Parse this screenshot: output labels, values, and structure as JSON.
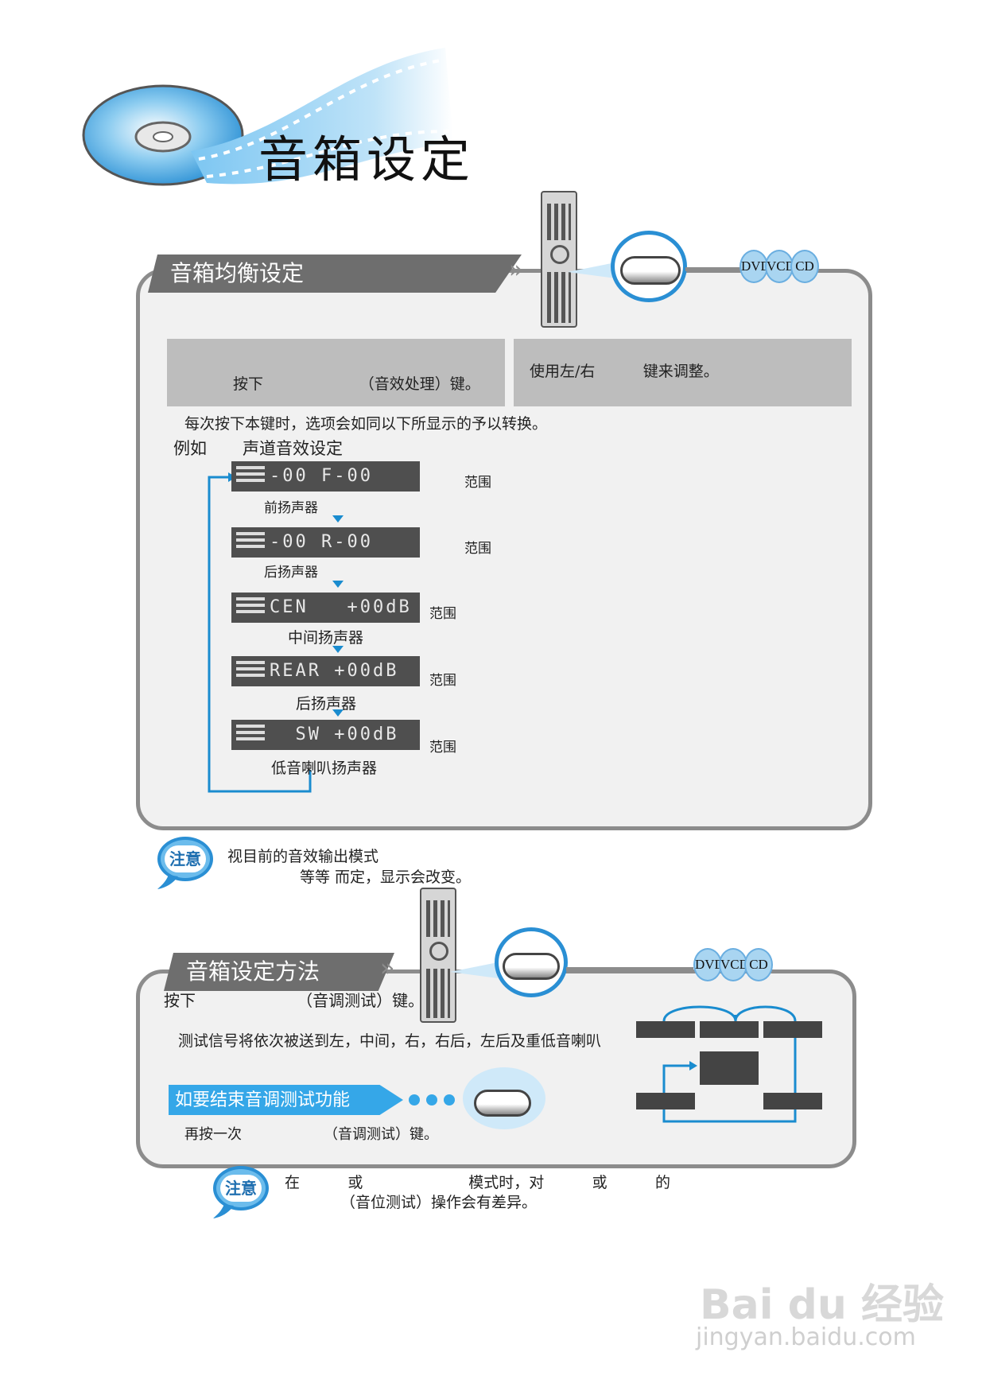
{
  "header": {
    "title": "音箱设定"
  },
  "section1": {
    "tab_label": "音箱均衡设定",
    "disc_badges": [
      "DVD",
      "VCD",
      "CD"
    ],
    "step1_text": "按下                    （音效处理）键。",
    "step2_text": "使用左/右          键来调整。",
    "cycle_note": "每次按下本键时，选项会如同以下所显示的予以转换。",
    "example_label": "例如",
    "example_title": "声道音效设定",
    "displays": [
      {
        "lcd": "-00 F-00",
        "caption": "前扬声器",
        "range_label": "范围"
      },
      {
        "lcd": "-00 R-00",
        "caption": "后扬声器",
        "range_label": "范围"
      },
      {
        "lcd": "CEN   +00dB",
        "caption": "中间扬声器",
        "range_label": "范围"
      },
      {
        "lcd": "REAR +00dB",
        "caption": "后扬声器",
        "range_label": "范围"
      },
      {
        "lcd": "  SW +00dB",
        "caption": "低音喇叭扬声器",
        "range_label": "范围"
      }
    ]
  },
  "note1": {
    "badge": "注意",
    "line1": "视目前的音效输出模式",
    "line2": "等等 而定，显示会改变。"
  },
  "section2": {
    "tab_label": "音箱设定方法",
    "disc_badges": [
      "DVD",
      "VCD",
      "CD"
    ],
    "press_text": "按下                    （音调测试）键。",
    "signal_text": "测试信号将依次被送到左，中间，右，右后，左后及重低音喇叭",
    "banner": "如要结束音调测试功能",
    "press_again": "再按一次                  （音调测试）键。"
  },
  "note2": {
    "badge": "注意",
    "line1": "在          或                      模式时，对          或          的",
    "line2": "（音位测试）操作会有差异。"
  },
  "watermark": {
    "brand": "Bai du 经验",
    "url": "jingyan.baidu.com"
  },
  "colors": {
    "accent_blue": "#2a8fd4",
    "panel_border": "#8c8c8c",
    "tab_gray": "#6e6e6e",
    "lcd_bg": "#4f4f4f"
  }
}
